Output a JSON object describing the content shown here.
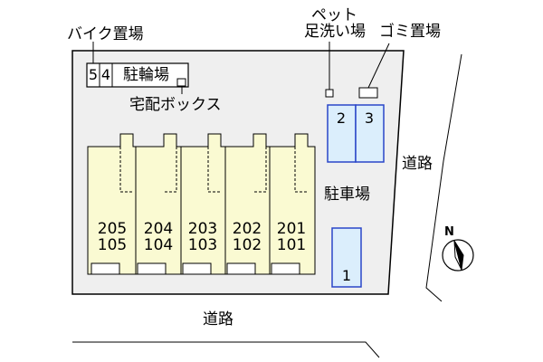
{
  "labels": {
    "bike_parking": "バイク置場",
    "pet_wash_line1": "ペット",
    "pet_wash_line2": "足洗い場",
    "garbage": "ゴミ置場",
    "bicycle_parking": "駐輪場",
    "delivery_box": "宅配ボックス",
    "parking": "駐車場",
    "road_right": "道路",
    "road_bottom": "道路",
    "compass_north": "N"
  },
  "bike_slots": [
    "5",
    "4"
  ],
  "units": [
    {
      "upper": "205",
      "lower": "105"
    },
    {
      "upper": "204",
      "lower": "104"
    },
    {
      "upper": "203",
      "lower": "103"
    },
    {
      "upper": "202",
      "lower": "102"
    },
    {
      "upper": "201",
      "lower": "101"
    }
  ],
  "parking_spaces": [
    "2",
    "3",
    "1"
  ],
  "colors": {
    "lot": "#efefef",
    "unit_fill": "#fafad2",
    "parking_fill": "#dbeefc",
    "parking_border": "#2a46c8",
    "outline": "#000000"
  }
}
